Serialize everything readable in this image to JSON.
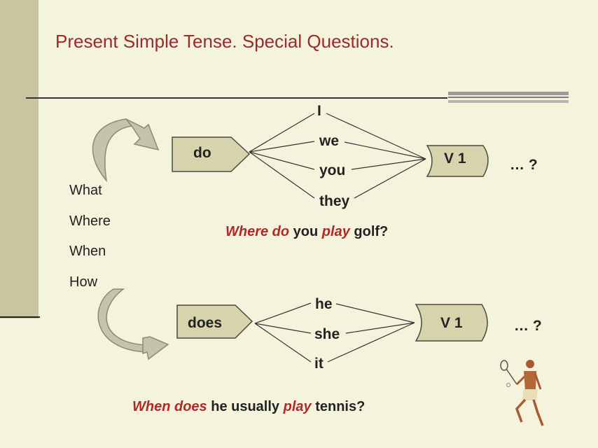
{
  "title": "Present Simple Tense. Special Questions.",
  "question_words": [
    "What",
    "Where",
    "When",
    "How"
  ],
  "group1": {
    "auxiliary": "do",
    "pronouns": [
      "I",
      "we",
      "you",
      "they"
    ],
    "verb": "V 1",
    "ending": "… ?",
    "example": {
      "part1": "Where do",
      "part2": " you ",
      "part3": "play",
      "part4": " golf?"
    }
  },
  "group2": {
    "auxiliary": "does",
    "pronouns": [
      "he",
      "she",
      "it"
    ],
    "verb": "V 1",
    "ending": "… ?",
    "example": {
      "part1": "When does",
      "part2": " he usually ",
      "part3": "play",
      "part4": " tennis?"
    }
  },
  "colors": {
    "background": "#f4f3dc",
    "shape_fill": "#d6d3ad",
    "sidebar": "#c9c5a0",
    "title": "#9b2a2a",
    "highlight": "#b02828"
  },
  "icons": [
    "curved-arrow-icon",
    "tennis-player-illustration"
  ]
}
